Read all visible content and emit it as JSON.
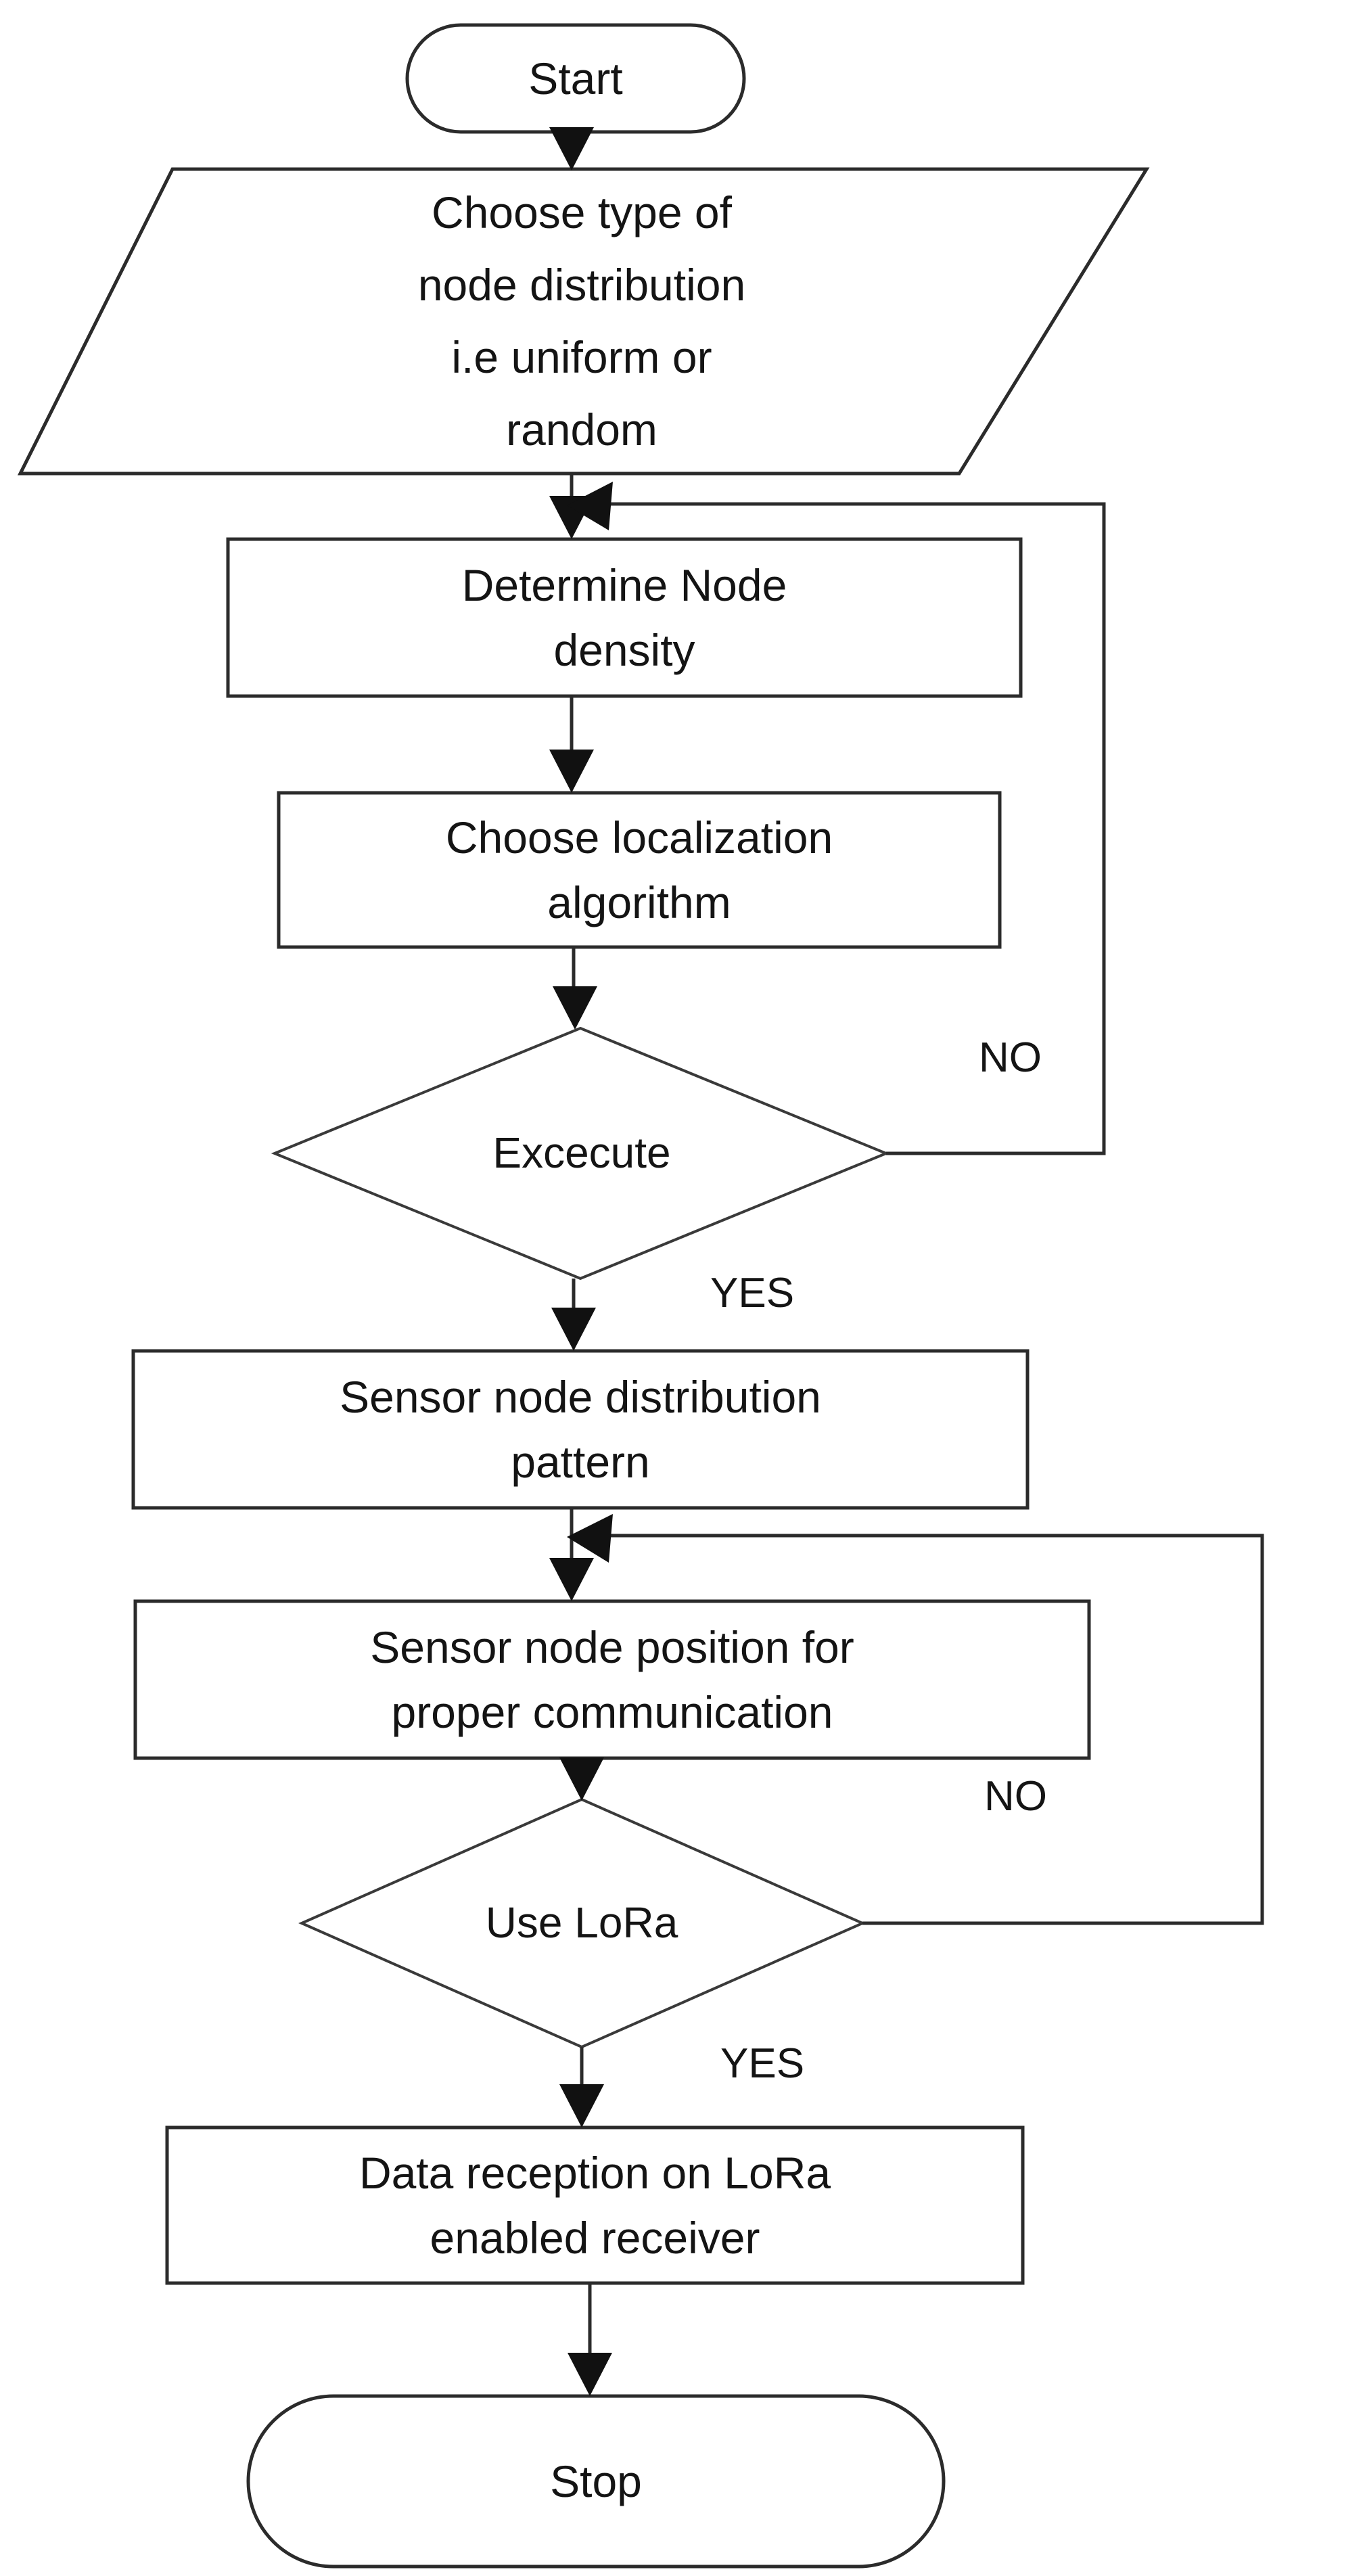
{
  "diagram": {
    "type": "flowchart",
    "orientation": "top-to-bottom",
    "background_color": "#ffffff",
    "line_color": "#2b2b2b",
    "text_color": "#141414"
  },
  "nodes": {
    "start": {
      "label": "Start",
      "shape": "terminator"
    },
    "input": {
      "label": "Choose type of\nnode distribution\ni.e uniform or\nrandom",
      "shape": "parallelogram"
    },
    "density": {
      "label": "Determine Node\ndensity",
      "shape": "process"
    },
    "algorithm": {
      "label": "Choose localization\nalgorithm",
      "shape": "process"
    },
    "execute": {
      "label": "Excecute",
      "shape": "decision"
    },
    "pattern": {
      "label": "Sensor node distribution\npattern",
      "shape": "process"
    },
    "position": {
      "label": "Sensor node position for\nproper communication",
      "shape": "process"
    },
    "uselora": {
      "label": "Use LoRa",
      "shape": "decision"
    },
    "reception": {
      "label": "Data reception on LoRa\nenabled receiver",
      "shape": "process"
    },
    "stop": {
      "label": "Stop",
      "shape": "terminator"
    }
  },
  "edge_labels": {
    "execute_no": "NO",
    "execute_yes": "YES",
    "lora_no": "NO",
    "lora_yes": "YES"
  },
  "edges": [
    {
      "from": "start",
      "to": "input",
      "label": ""
    },
    {
      "from": "input",
      "to": "density",
      "label": ""
    },
    {
      "from": "density",
      "to": "algorithm",
      "label": ""
    },
    {
      "from": "algorithm",
      "to": "execute",
      "label": ""
    },
    {
      "from": "execute",
      "to": "density",
      "label": "NO"
    },
    {
      "from": "execute",
      "to": "pattern",
      "label": "YES"
    },
    {
      "from": "pattern",
      "to": "position",
      "label": ""
    },
    {
      "from": "position",
      "to": "uselora",
      "label": ""
    },
    {
      "from": "uselora",
      "to": "position",
      "label": "NO"
    },
    {
      "from": "uselora",
      "to": "reception",
      "label": "YES"
    },
    {
      "from": "reception",
      "to": "stop",
      "label": ""
    }
  ]
}
